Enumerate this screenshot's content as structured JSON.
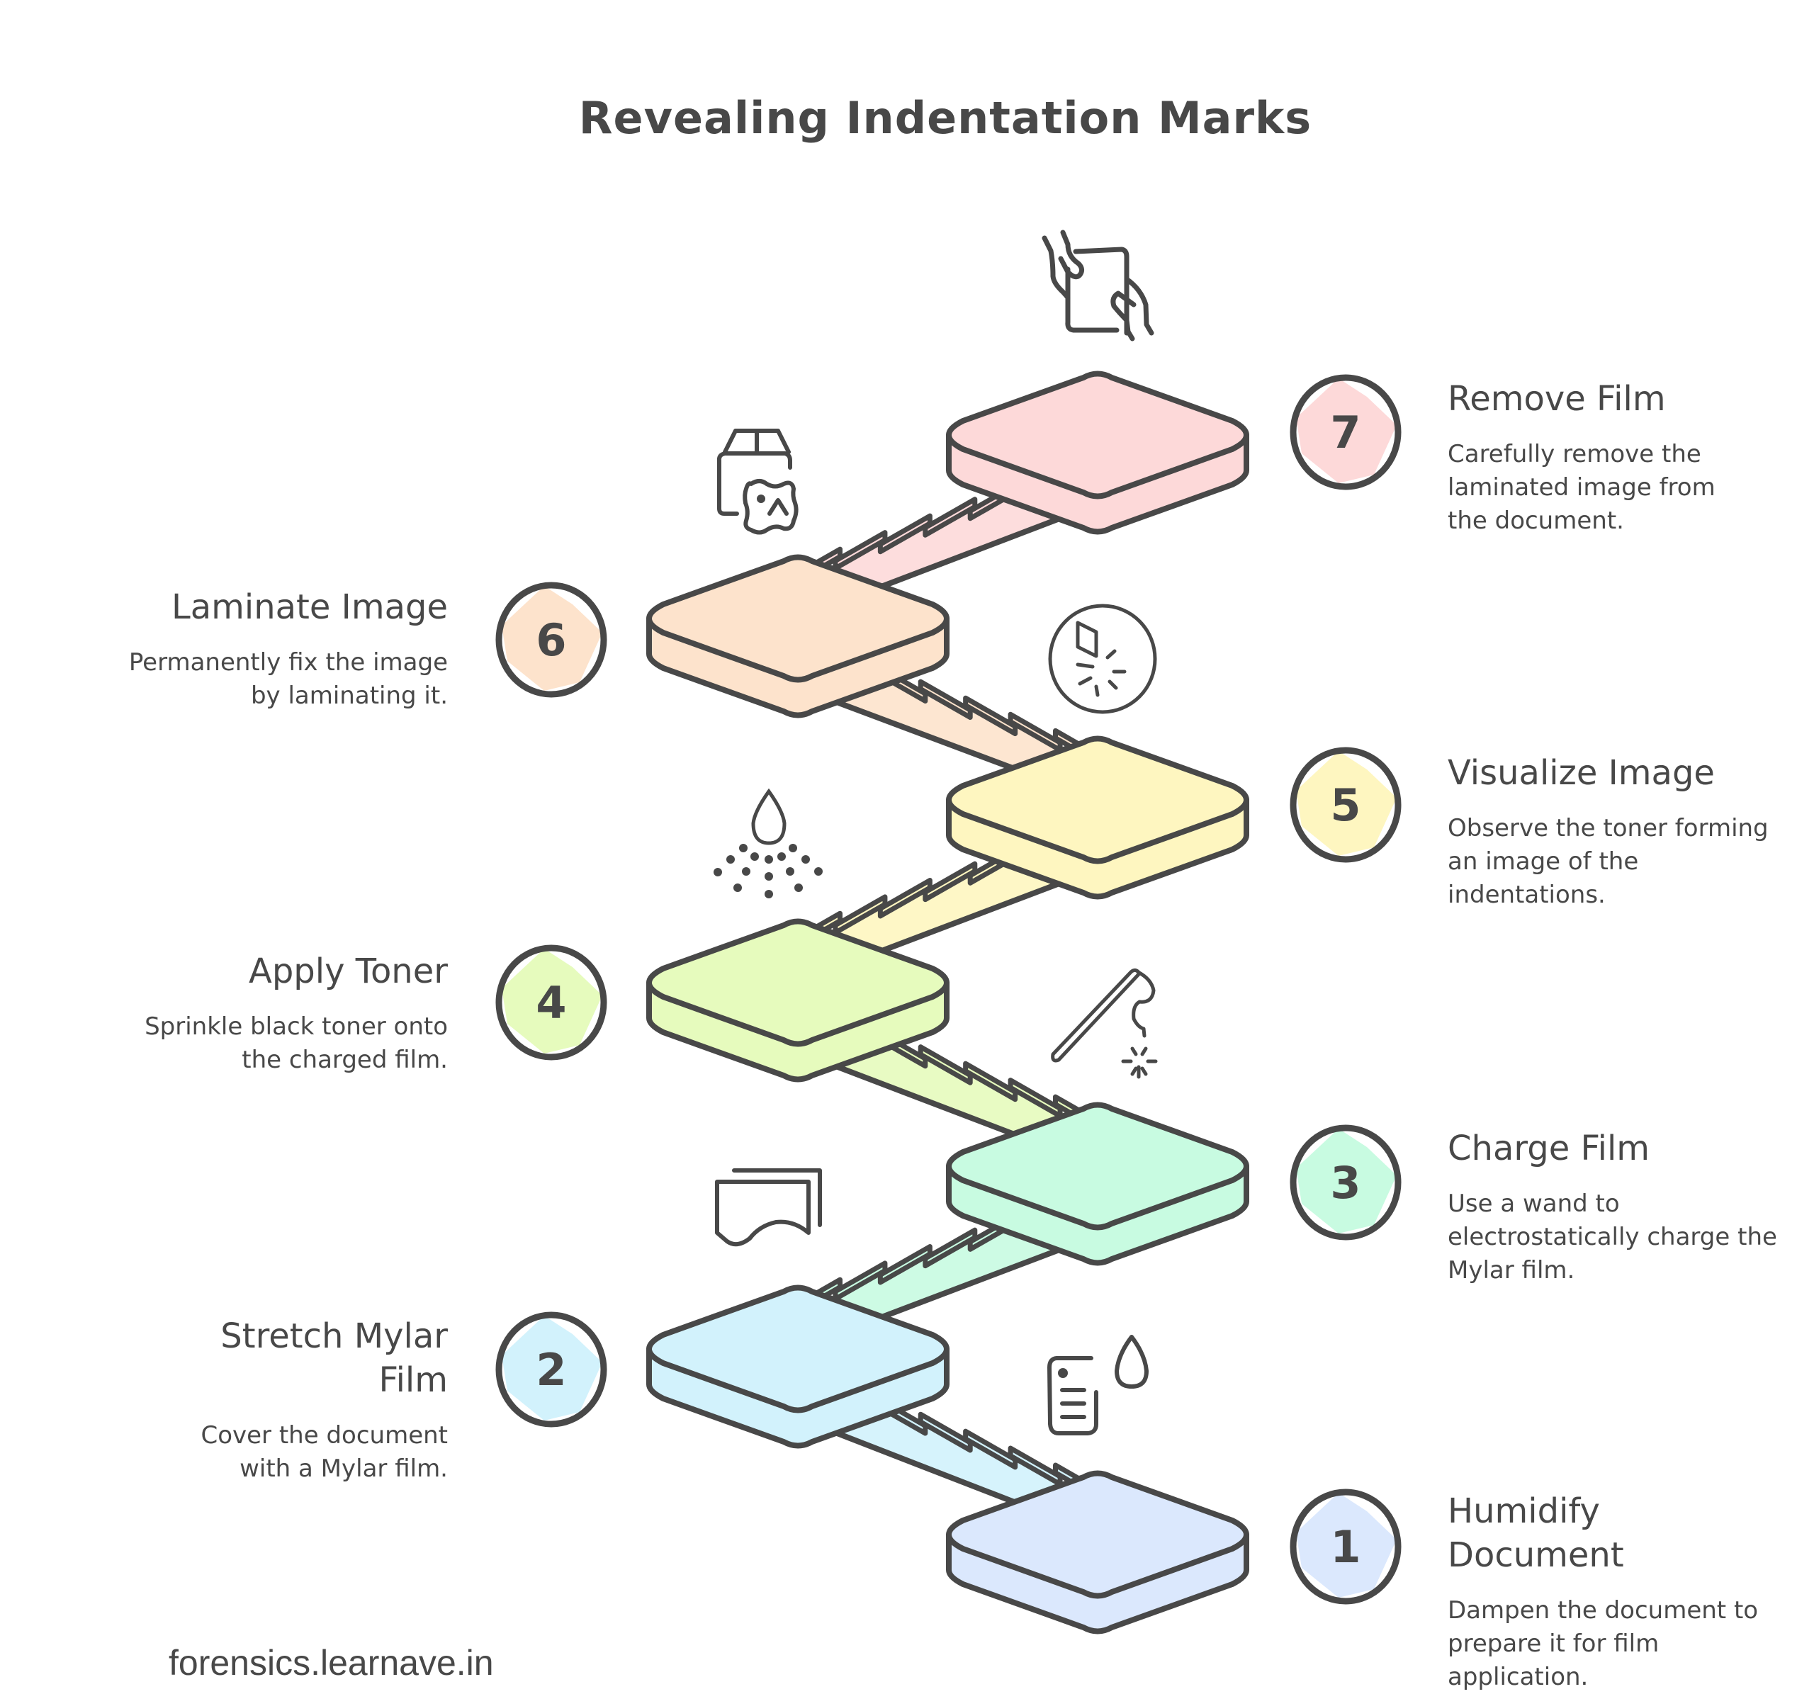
{
  "title": "Revealing Indentation Marks",
  "footer": "forensics.learnave.in",
  "stroke_color": "#484848",
  "steps": [
    {
      "number": "1",
      "title": "Humidify Document",
      "title_lines": [
        "Humidify",
        "Document"
      ],
      "description": "Dampen the document to prepare it for film application.",
      "color": "#dbe8fd",
      "icon": "document-droplet-icon",
      "side": "right"
    },
    {
      "number": "2",
      "title": "Stretch Mylar Film",
      "title_lines": [
        "Stretch Mylar",
        "Film"
      ],
      "description": "Cover the document with a Mylar film.",
      "color": "#d2f2fc",
      "icon": "film-sheet-icon",
      "side": "left"
    },
    {
      "number": "3",
      "title": "Charge Film",
      "title_lines": [
        "Charge Film"
      ],
      "description": "Use a wand to electrostatically charge the Mylar film.",
      "color": "#c8fbe1",
      "icon": "wand-spark-icon",
      "side": "right"
    },
    {
      "number": "4",
      "title": "Apply Toner",
      "title_lines": [
        "Apply Toner"
      ],
      "description": "Sprinkle black toner onto the charged film.",
      "color": "#e6fbbd",
      "icon": "droplet-sprinkle-icon",
      "side": "left"
    },
    {
      "number": "5",
      "title": "Visualize Image",
      "title_lines": [
        "Visualize Image"
      ],
      "description": "Observe the toner forming an image of the indentations.",
      "color": "#fef6c0",
      "icon": "crystal-spark-icon",
      "side": "right"
    },
    {
      "number": "6",
      "title": "Laminate Image",
      "title_lines": [
        "Laminate Image"
      ],
      "description": "Permanently fix the image by laminating it.",
      "color": "#fde3cc",
      "icon": "box-image-icon",
      "side": "left"
    },
    {
      "number": "7",
      "title": "Remove Film",
      "title_lines": [
        "Remove Film"
      ],
      "description": "Carefully remove the laminated image from the document.",
      "color": "#fdd9d9",
      "icon": "hands-sheet-icon",
      "side": "right"
    }
  ],
  "labels": {
    "s1": {
      "h1": "Humidify",
      "h2": "Document",
      "d": "Dampen the document to prepare it for film application."
    },
    "s2": {
      "h1": "Stretch Mylar",
      "h2": "Film",
      "d": "Cover the document with a Mylar film."
    },
    "s3": {
      "h1": "Charge Film",
      "d": "Use a wand to electrostatically charge the Mylar film."
    },
    "s4": {
      "h1": "Apply Toner",
      "d": "Sprinkle black toner onto the charged film."
    },
    "s5": {
      "h1": "Visualize Image",
      "d": "Observe the toner forming an image of the indentations."
    },
    "s6": {
      "h1": "Laminate Image",
      "d": "Permanently fix the image by laminating it."
    },
    "s7": {
      "h1": "Remove Film",
      "d": "Carefully remove the laminated image from the document."
    }
  }
}
